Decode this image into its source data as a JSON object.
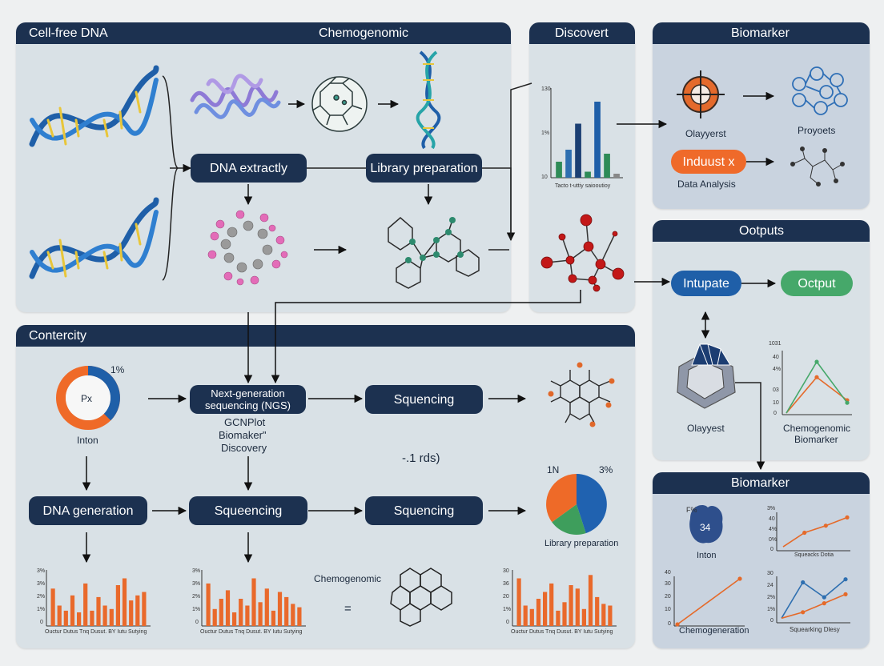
{
  "panels": {
    "top_left": {
      "title_left": "Cell-free DNA",
      "title_right": "Chemogenomic"
    },
    "discovery": {
      "title": "Discovert",
      "axis_top": "130",
      "axis_mid": "1%",
      "axis_bottom": "10",
      "caption": "Tacto t-uttiy saiooutioy"
    },
    "biomarker_top": {
      "title": "Biomarker",
      "label_left": "Olayyerst",
      "label_right": "Proyoets",
      "button": "Induust x",
      "caption": "Data Analysis"
    },
    "outputs": {
      "title": "Ootputs",
      "input_pill": "Intupate",
      "output_pill": "Octput",
      "donut_label": "Olayyest",
      "chart_label_1": "Chemogenomic",
      "chart_label_2": "Biomarker",
      "axis": [
        "1031",
        "40",
        "4%",
        "03",
        "10",
        "0"
      ]
    },
    "contectity": {
      "title": "Contercity",
      "donut_center": "Px",
      "donut_pct": "1%",
      "donut_label": "Inton",
      "center_text_1": "GCNPlot",
      "center_text_2": "Biomaker\"",
      "center_text_3": "Discovery",
      "center_note": "-.1 rds)",
      "chem_label": "Chemogenomic",
      "equals": "=",
      "pie_left": "1N",
      "pie_right": "3%",
      "pie_label": "Library preparation",
      "bar_axis_a": [
        "3%",
        "3%",
        "2%",
        "1%",
        "0"
      ],
      "bar_axis_b": [
        "3%",
        "3%",
        "2%",
        "1%",
        "0"
      ],
      "bar_axis_c": [
        "30",
        "36",
        "20",
        "1%",
        "0"
      ],
      "bar_caption": "Ouctur Dutus  Tnq  Dusut. BY   Iutu   Sutying"
    },
    "biomarker_bottom": {
      "title": "Biomarker",
      "badge_pct": "F%",
      "badge_num": "34",
      "badge_label": "Inton",
      "chart2_caption": "Squeacks Dotia",
      "chart3_caption": "Chemogeneration",
      "chart4_caption": "Squearking Dlesy",
      "axis2": [
        "3%",
        "40",
        "4%",
        "0%",
        "0"
      ],
      "axis3": [
        "40",
        "30",
        "20",
        "10",
        "0"
      ],
      "axis4": [
        "30",
        "24",
        "2%",
        "1%",
        "0"
      ]
    }
  },
  "flow": {
    "dna_extract": "DNA extractly",
    "library_prep": "Library preparation",
    "ngs_line1": "Next-generation",
    "ngs_line2": "sequencing (NGS)",
    "sequencing_top": "Squencing",
    "dna_generation": "DNA generation",
    "sequencing_mid": "Squeencing",
    "sequencing_right": "Squencing"
  },
  "colors": {
    "navy": "#1c3150",
    "blue": "#1f5fa8",
    "orange": "#ef6a2a",
    "green": "#46a86a",
    "pink": "#e05aa8",
    "red": "#c41a1a",
    "panel": "#d9e1e6"
  },
  "chart_data": [
    {
      "type": "bar",
      "title": "",
      "values": [
        8,
        14,
        27,
        3,
        38,
        12,
        2
      ],
      "colors": [
        "#2e8b57",
        "#2e6fb0",
        "#1b3f73",
        "#2e8b57",
        "#1f5fa8",
        "#2e8b57",
        "#888888"
      ]
    },
    {
      "type": "line",
      "series": [
        {
          "values": [
            0,
            28,
            10
          ],
          "color": "#e56a2a"
        },
        {
          "values": [
            0,
            40,
            8
          ],
          "color": "#46a86a"
        }
      ],
      "ylim": [
        0,
        45
      ]
    },
    {
      "type": "bar",
      "values": [
        22,
        12,
        9,
        18,
        8,
        25,
        9,
        17,
        12,
        10,
        24,
        28,
        15,
        18,
        20
      ]
    },
    {
      "type": "bar",
      "values": [
        25,
        10,
        16,
        21,
        8,
        16,
        12,
        28,
        14,
        22,
        9,
        20,
        17,
        13,
        11
      ]
    },
    {
      "type": "bar",
      "values": [
        28,
        12,
        10,
        16,
        20,
        25,
        9,
        14,
        24,
        22,
        10,
        30,
        17,
        13,
        12
      ]
    },
    {
      "type": "pie",
      "values": [
        45,
        20,
        35
      ],
      "colors": [
        "#2062b0",
        "#3e9e5c",
        "#ee6a28"
      ]
    },
    {
      "type": "line",
      "series": [
        {
          "values": [
            2,
            14,
            20,
            27
          ],
          "color": "#e56a2a"
        }
      ]
    },
    {
      "type": "line",
      "series": [
        {
          "values": [
            0,
            38
          ],
          "color": "#e56a2a"
        }
      ],
      "ylim": [
        0,
        40
      ]
    },
    {
      "type": "line",
      "series": [
        {
          "values": [
            2,
            26,
            16,
            28
          ],
          "color": "#2e6fb0"
        },
        {
          "values": [
            2,
            6,
            12,
            18
          ],
          "color": "#e56a2a"
        }
      ]
    }
  ]
}
